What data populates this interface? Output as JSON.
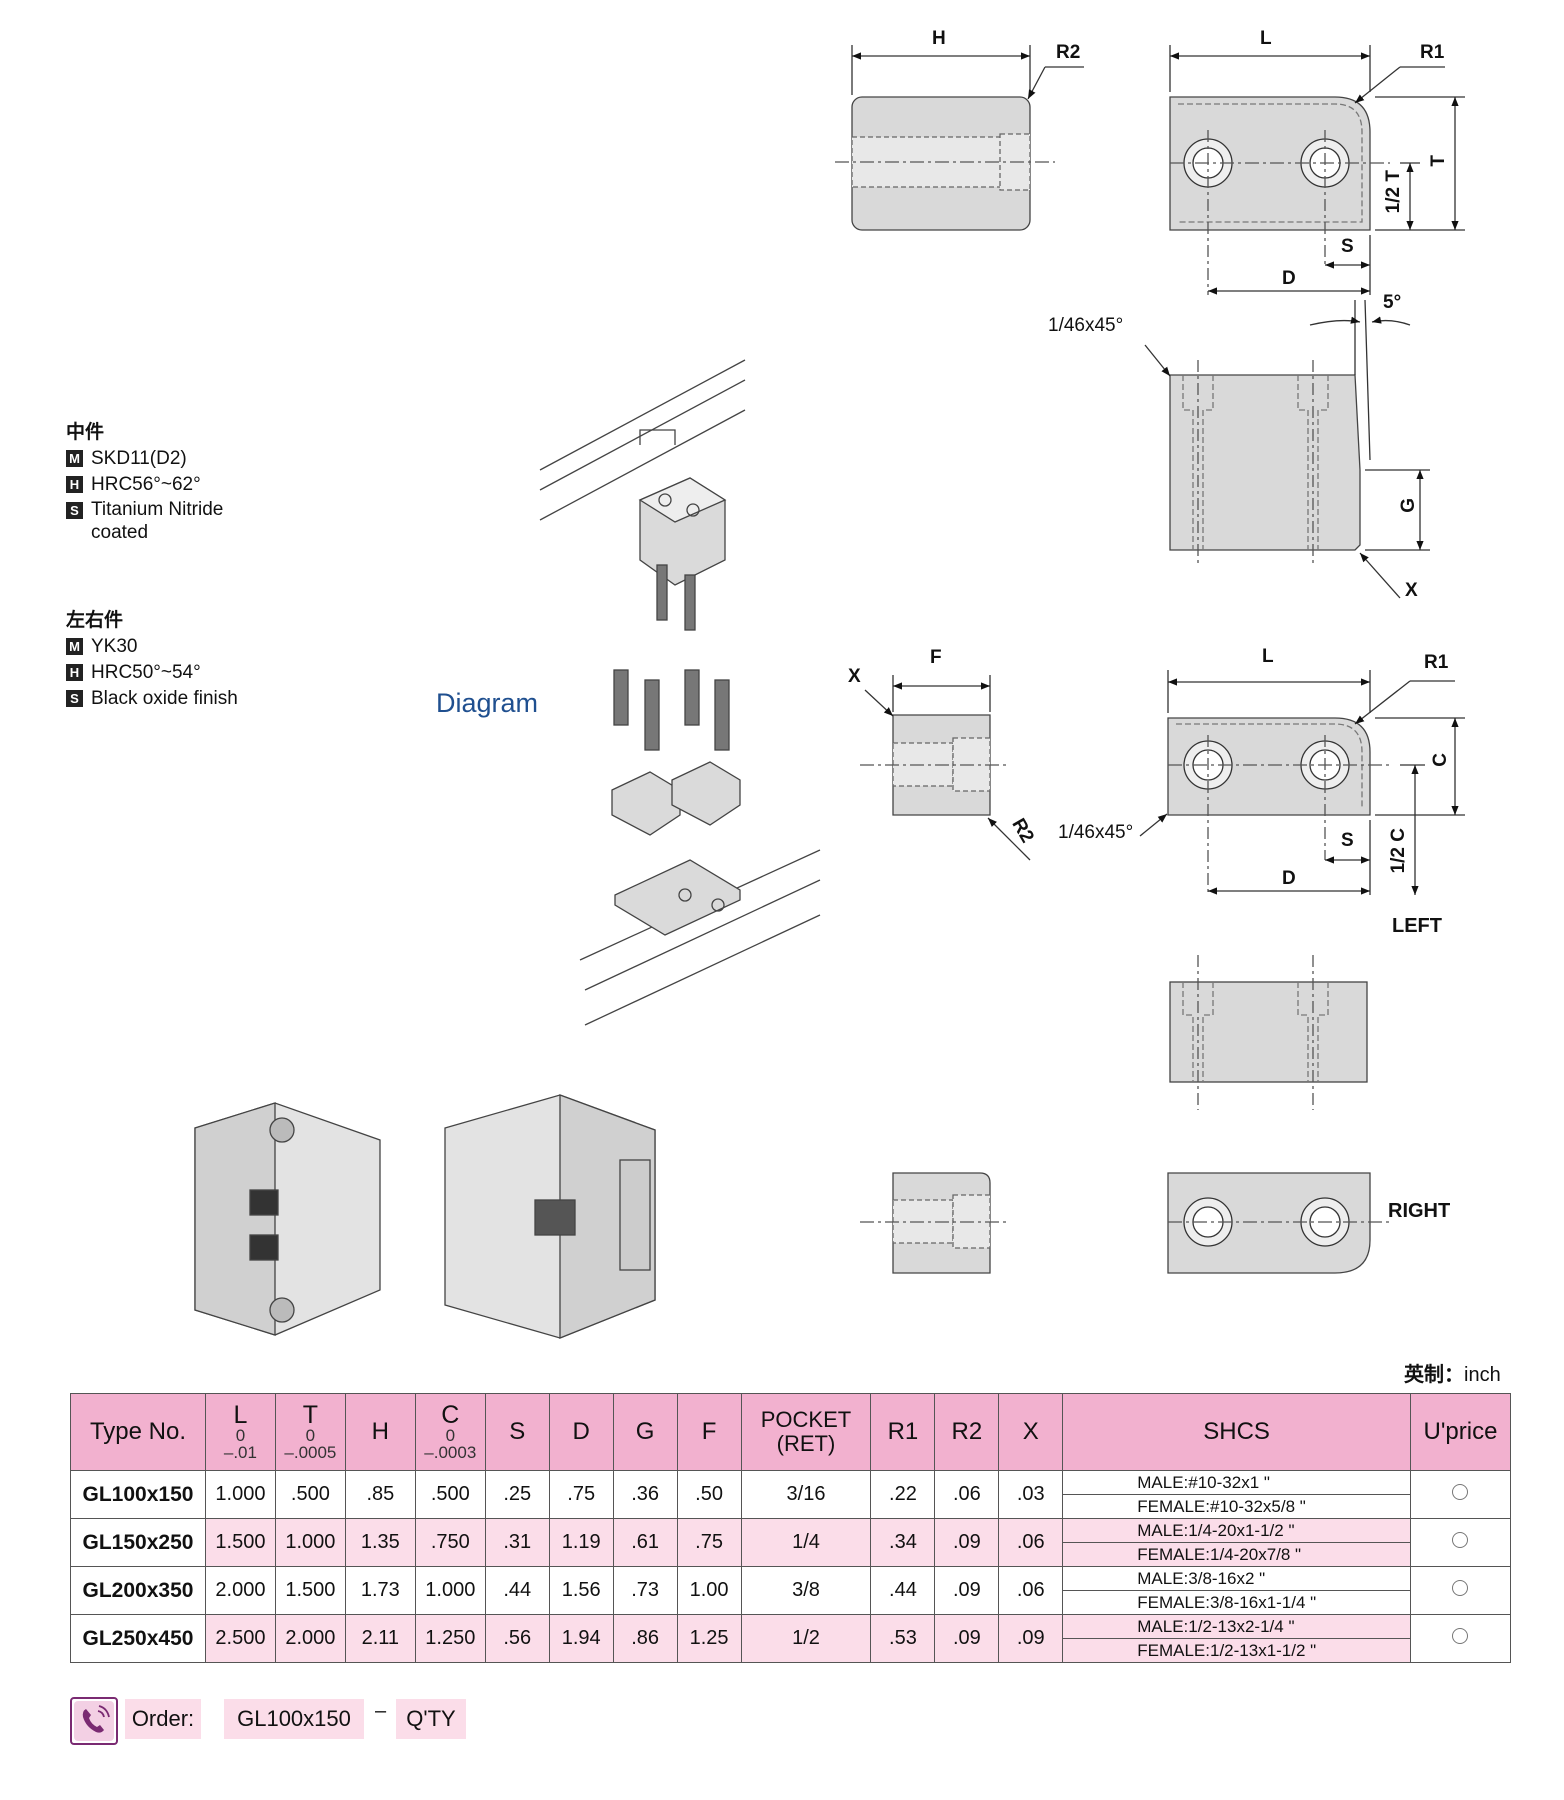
{
  "materials": [
    {
      "heading": "中件",
      "lines": [
        {
          "tag": "M",
          "text": "SKD11(D2)"
        },
        {
          "tag": "H",
          "text": "HRC56°~62°"
        },
        {
          "tag": "S",
          "text": "Titanium Nitride coated"
        }
      ]
    },
    {
      "heading": "左右件",
      "lines": [
        {
          "tag": "M",
          "text": "YK30"
        },
        {
          "tag": "H",
          "text": "HRC50°~54°"
        },
        {
          "tag": "S",
          "text": "Black oxide finish"
        }
      ]
    }
  ],
  "diagram_label": "Diagram",
  "drawing_dims": {
    "H": "H",
    "R2": "R2",
    "L": "L",
    "R1": "R1",
    "T": "T",
    "half_T": "1/2 T",
    "S": "S",
    "D": "D",
    "chamfer": "1/46x45°",
    "angle": "5°",
    "G": "G",
    "X": "X",
    "F": "F",
    "C": "C",
    "half_C": "1/2 C"
  },
  "side_labels": {
    "left": "LEFT",
    "right": "RIGHT"
  },
  "unit_label": {
    "cn": "英制：",
    "en": "inch"
  },
  "table": {
    "headers": {
      "type": "Type No.",
      "L": "L",
      "L_tol_top": "0",
      "L_tol_bot": "–.01",
      "T": "T",
      "T_tol_top": "0",
      "T_tol_bot": "–.0005",
      "H": "H",
      "C": "C",
      "C_tol_top": "0",
      "C_tol_bot": "–.0003",
      "S": "S",
      "D": "D",
      "G": "G",
      "F": "F",
      "pocket_1": "POCKET",
      "pocket_2": "(RET)",
      "R1": "R1",
      "R2": "R2",
      "X": "X",
      "SHCS": "SHCS",
      "price": "U'price"
    },
    "rows": [
      {
        "type": "GL100x150",
        "L": "1.000",
        "T": ".500",
        "H": ".85",
        "C": ".500",
        "S": ".25",
        "D": ".75",
        "G": ".36",
        "F": ".50",
        "pocket": "3/16",
        "R1": ".22",
        "R2": ".06",
        "X": ".03",
        "male": "MALE:#10-32x1 \"",
        "female": "FEMALE:#10-32x5/8 \""
      },
      {
        "type": "GL150x250",
        "L": "1.500",
        "T": "1.000",
        "H": "1.35",
        "C": ".750",
        "S": ".31",
        "D": "1.19",
        "G": ".61",
        "F": ".75",
        "pocket": "1/4",
        "R1": ".34",
        "R2": ".09",
        "X": ".06",
        "male": "MALE:1/4-20x1-1/2 \"",
        "female": "FEMALE:1/4-20x7/8 \""
      },
      {
        "type": "GL200x350",
        "L": "2.000",
        "T": "1.500",
        "H": "1.73",
        "C": "1.000",
        "S": ".44",
        "D": "1.56",
        "G": ".73",
        "F": "1.00",
        "pocket": "3/8",
        "R1": ".44",
        "R2": ".09",
        "X": ".06",
        "male": "MALE:3/8-16x2 \"",
        "female": "FEMALE:3/8-16x1-1/4 \""
      },
      {
        "type": "GL250x450",
        "L": "2.500",
        "T": "2.000",
        "H": "2.11",
        "C": "1.250",
        "S": ".56",
        "D": "1.94",
        "G": ".86",
        "F": "1.25",
        "pocket": "1/2",
        "R1": ".53",
        "R2": ".09",
        "X": ".09",
        "male": "MALE:1/2-13x2-1/4 \"",
        "female": "FEMALE:1/2-13x1-1/2 \""
      }
    ]
  },
  "order": {
    "label": "Order:",
    "code": "GL100x150",
    "dash": "–",
    "qty": "Q'TY"
  },
  "colors": {
    "header_pink": "#f2b1cf",
    "row_pink": "#fbdde9",
    "diagram_blue": "#1f4f8f",
    "icon_purple": "#7a2a72"
  }
}
